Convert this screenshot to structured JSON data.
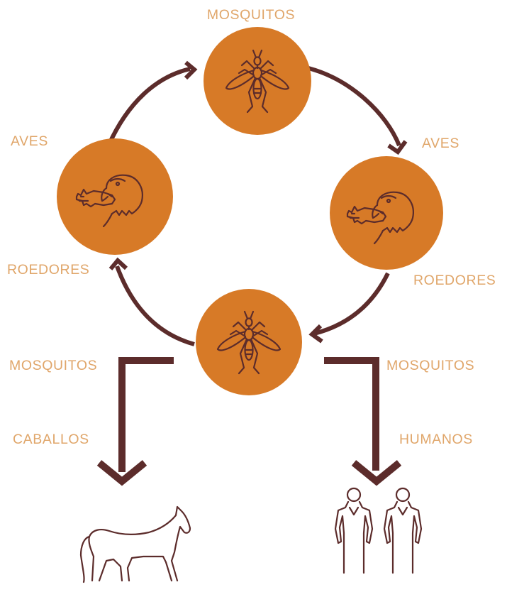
{
  "nodes": {
    "top": {
      "label": "MOSQUITOS",
      "icon": "mosquito-icon"
    },
    "right": {
      "label_top": "AVES",
      "label_bottom": "ROEDORES",
      "icon": "rodent-bird-icon"
    },
    "left": {
      "label_top": "AVES",
      "label_bottom": "ROEDORES",
      "icon": "rodent-bird-icon"
    },
    "bottom": {
      "icon": "mosquito-icon"
    }
  },
  "branches": {
    "left": {
      "vector": "MOSQUITOS",
      "host": "CABALLOS",
      "icon": "horse-icon"
    },
    "right": {
      "vector": "MOSQUITOS",
      "host": "HUMANOS",
      "icon": "humans-icon"
    }
  },
  "colors": {
    "circle": "#d77a27",
    "label": "#e0a66a",
    "line": "#5c2c2b",
    "background": "#ffffff"
  }
}
